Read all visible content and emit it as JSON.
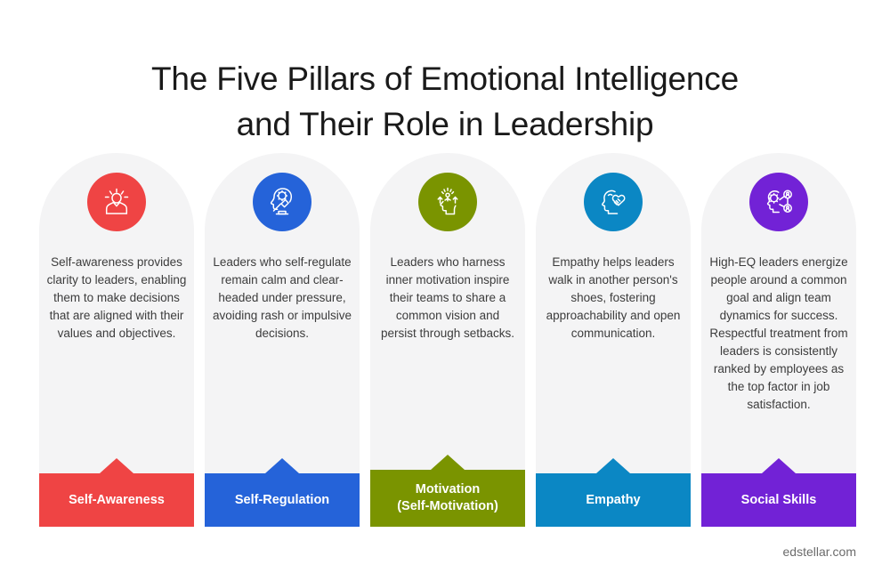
{
  "title": {
    "line1": "The Five Pillars of Emotional Intelligence",
    "line2": "and Their Role in Leadership"
  },
  "pillars": [
    {
      "id": "self-awareness",
      "label": "Self-Awareness",
      "label_line1": "Self-Awareness",
      "label_line2": "",
      "description": "Self-awareness provides clarity to leaders, enabling them to make decisions that are aligned with their values and objectives.",
      "color": "#ef4444",
      "icon": "head-with-rays-icon"
    },
    {
      "id": "self-regulation",
      "label": "Self-Regulation",
      "label_line1": "Self-Regulation",
      "label_line2": "",
      "description": "Leaders who self-regulate remain calm and clear-headed under pressure, avoiding rash or impulsive decisions.",
      "color": "#2563d9",
      "icon": "head-gear-gavel-icon"
    },
    {
      "id": "motivation",
      "label": "Motivation (Self-Motivation)",
      "label_line1": "Motivation",
      "label_line2": "(Self-Motivation)",
      "description": "Leaders who harness inner motivation inspire their teams to share a common vision and persist through setbacks.",
      "color": "#7a9400",
      "icon": "head-arrows-up-icon"
    },
    {
      "id": "empathy",
      "label": "Empathy",
      "label_line1": "Empathy",
      "label_line2": "",
      "description": "Empathy helps leaders walk in another person's shoes, fostering approachability and open communication.",
      "color": "#0b87c4",
      "icon": "head-with-heart-hand-icon"
    },
    {
      "id": "social-skills",
      "label": "Social Skills",
      "label_line1": "Social Skills",
      "label_line2": "",
      "description": "High-EQ leaders energize people around a common goal and align team dynamics for success. Respectful treatment from leaders is consistently ranked by employees as the top factor in job satisfaction.",
      "color": "#7222d6",
      "icon": "head-gear-network-icon"
    }
  ],
  "footer": {
    "source": "edstellar.com"
  },
  "theme": {
    "background": "#ffffff",
    "card_background": "#f4f4f5",
    "title_color": "#1a1a1a",
    "body_text_color": "#3c3c3c",
    "footer_color": "#6b6b6b"
  }
}
